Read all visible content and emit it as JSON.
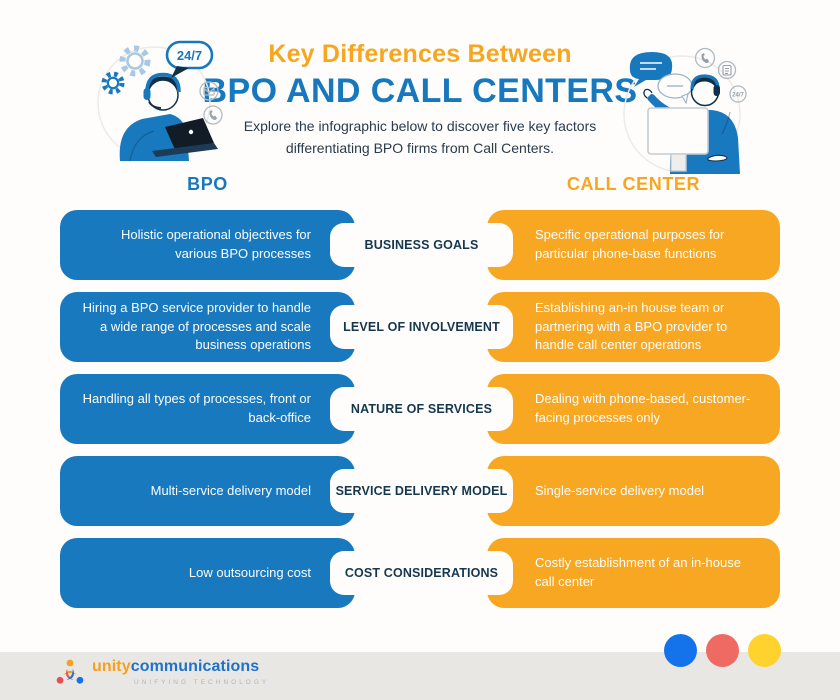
{
  "header": {
    "title_line1": "Key Differences Between",
    "title_line2": "BPO AND CALL CENTERS",
    "subtitle": "Explore the infographic below to discover five key factors differentiating BPO firms from Call Centers."
  },
  "columns": {
    "left": "BPO",
    "right": "CALL CENTER"
  },
  "rows": [
    {
      "factor": "BUSINESS GOALS",
      "bpo": "Holistic operational objectives for various BPO processes",
      "call_center": "Specific operational purposes for particular phone-base functions"
    },
    {
      "factor": "LEVEL OF INVOLVEMENT",
      "bpo": "Hiring a BPO service provider to handle a wide range of processes and scale business operations",
      "call_center": "Establishing an-in house team or partnering with a BPO provider to handle call center operations"
    },
    {
      "factor": "NATURE OF SERVICES",
      "bpo": "Handling all types of processes, front or back-office",
      "call_center": "Dealing with phone-based, customer-facing processes only"
    },
    {
      "factor": "SERVICE DELIVERY MODEL",
      "bpo": "Multi-service delivery model",
      "call_center": "Single-service delivery model"
    },
    {
      "factor": "COST CONSIDERATIONS",
      "bpo": "Low outsourcing cost",
      "call_center": "Costly establishment of an in-house call center"
    }
  ],
  "illustrations": {
    "left_name": "support-agent-with-laptop",
    "right_name": "agent-at-monitor",
    "badge": "24/7"
  },
  "footer": {
    "brand_part1": "unity",
    "brand_part2": "communications",
    "tagline": "UNIFYING TECHNOLOGY"
  },
  "colors": {
    "bpo_blue": "#1879BF",
    "call_center_orange": "#F8A722",
    "title_orange": "#F6A61F",
    "title_blue": "#1778BE",
    "factor_text": "#16384F",
    "footer_strip": "#E9E7E4",
    "dot_blue": "#1473EA",
    "dot_red": "#EE6A63",
    "dot_yellow": "#FFD22E"
  }
}
